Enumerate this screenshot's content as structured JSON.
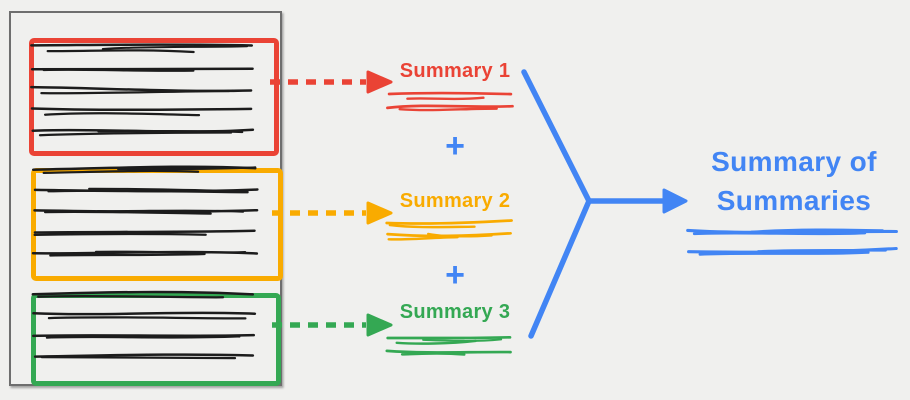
{
  "background": "#f0f0ee",
  "palette": {
    "red": "#ea4335",
    "yellow": "#f9ab00",
    "green": "#34a853",
    "blue": "#4285f4",
    "ink": "#1c1c1c",
    "frame_gray": "#6e6e6e"
  },
  "document": {
    "sections": [
      {
        "color": "red",
        "text_line_count": 5
      },
      {
        "color": "yellow",
        "text_line_count": 5
      },
      {
        "color": "green",
        "text_line_count": 4
      }
    ]
  },
  "summaries": [
    {
      "label": "Summary 1",
      "color": "red",
      "scribble_line_count": 2
    },
    {
      "label": "Summary 2",
      "color": "yellow",
      "scribble_line_count": 2
    },
    {
      "label": "Summary 3",
      "color": "green",
      "scribble_line_count": 2
    }
  ],
  "operators": {
    "plus": "+"
  },
  "result": {
    "line1": "Summary of",
    "line2": "Summaries",
    "color": "blue",
    "scribble_line_count": 2
  }
}
